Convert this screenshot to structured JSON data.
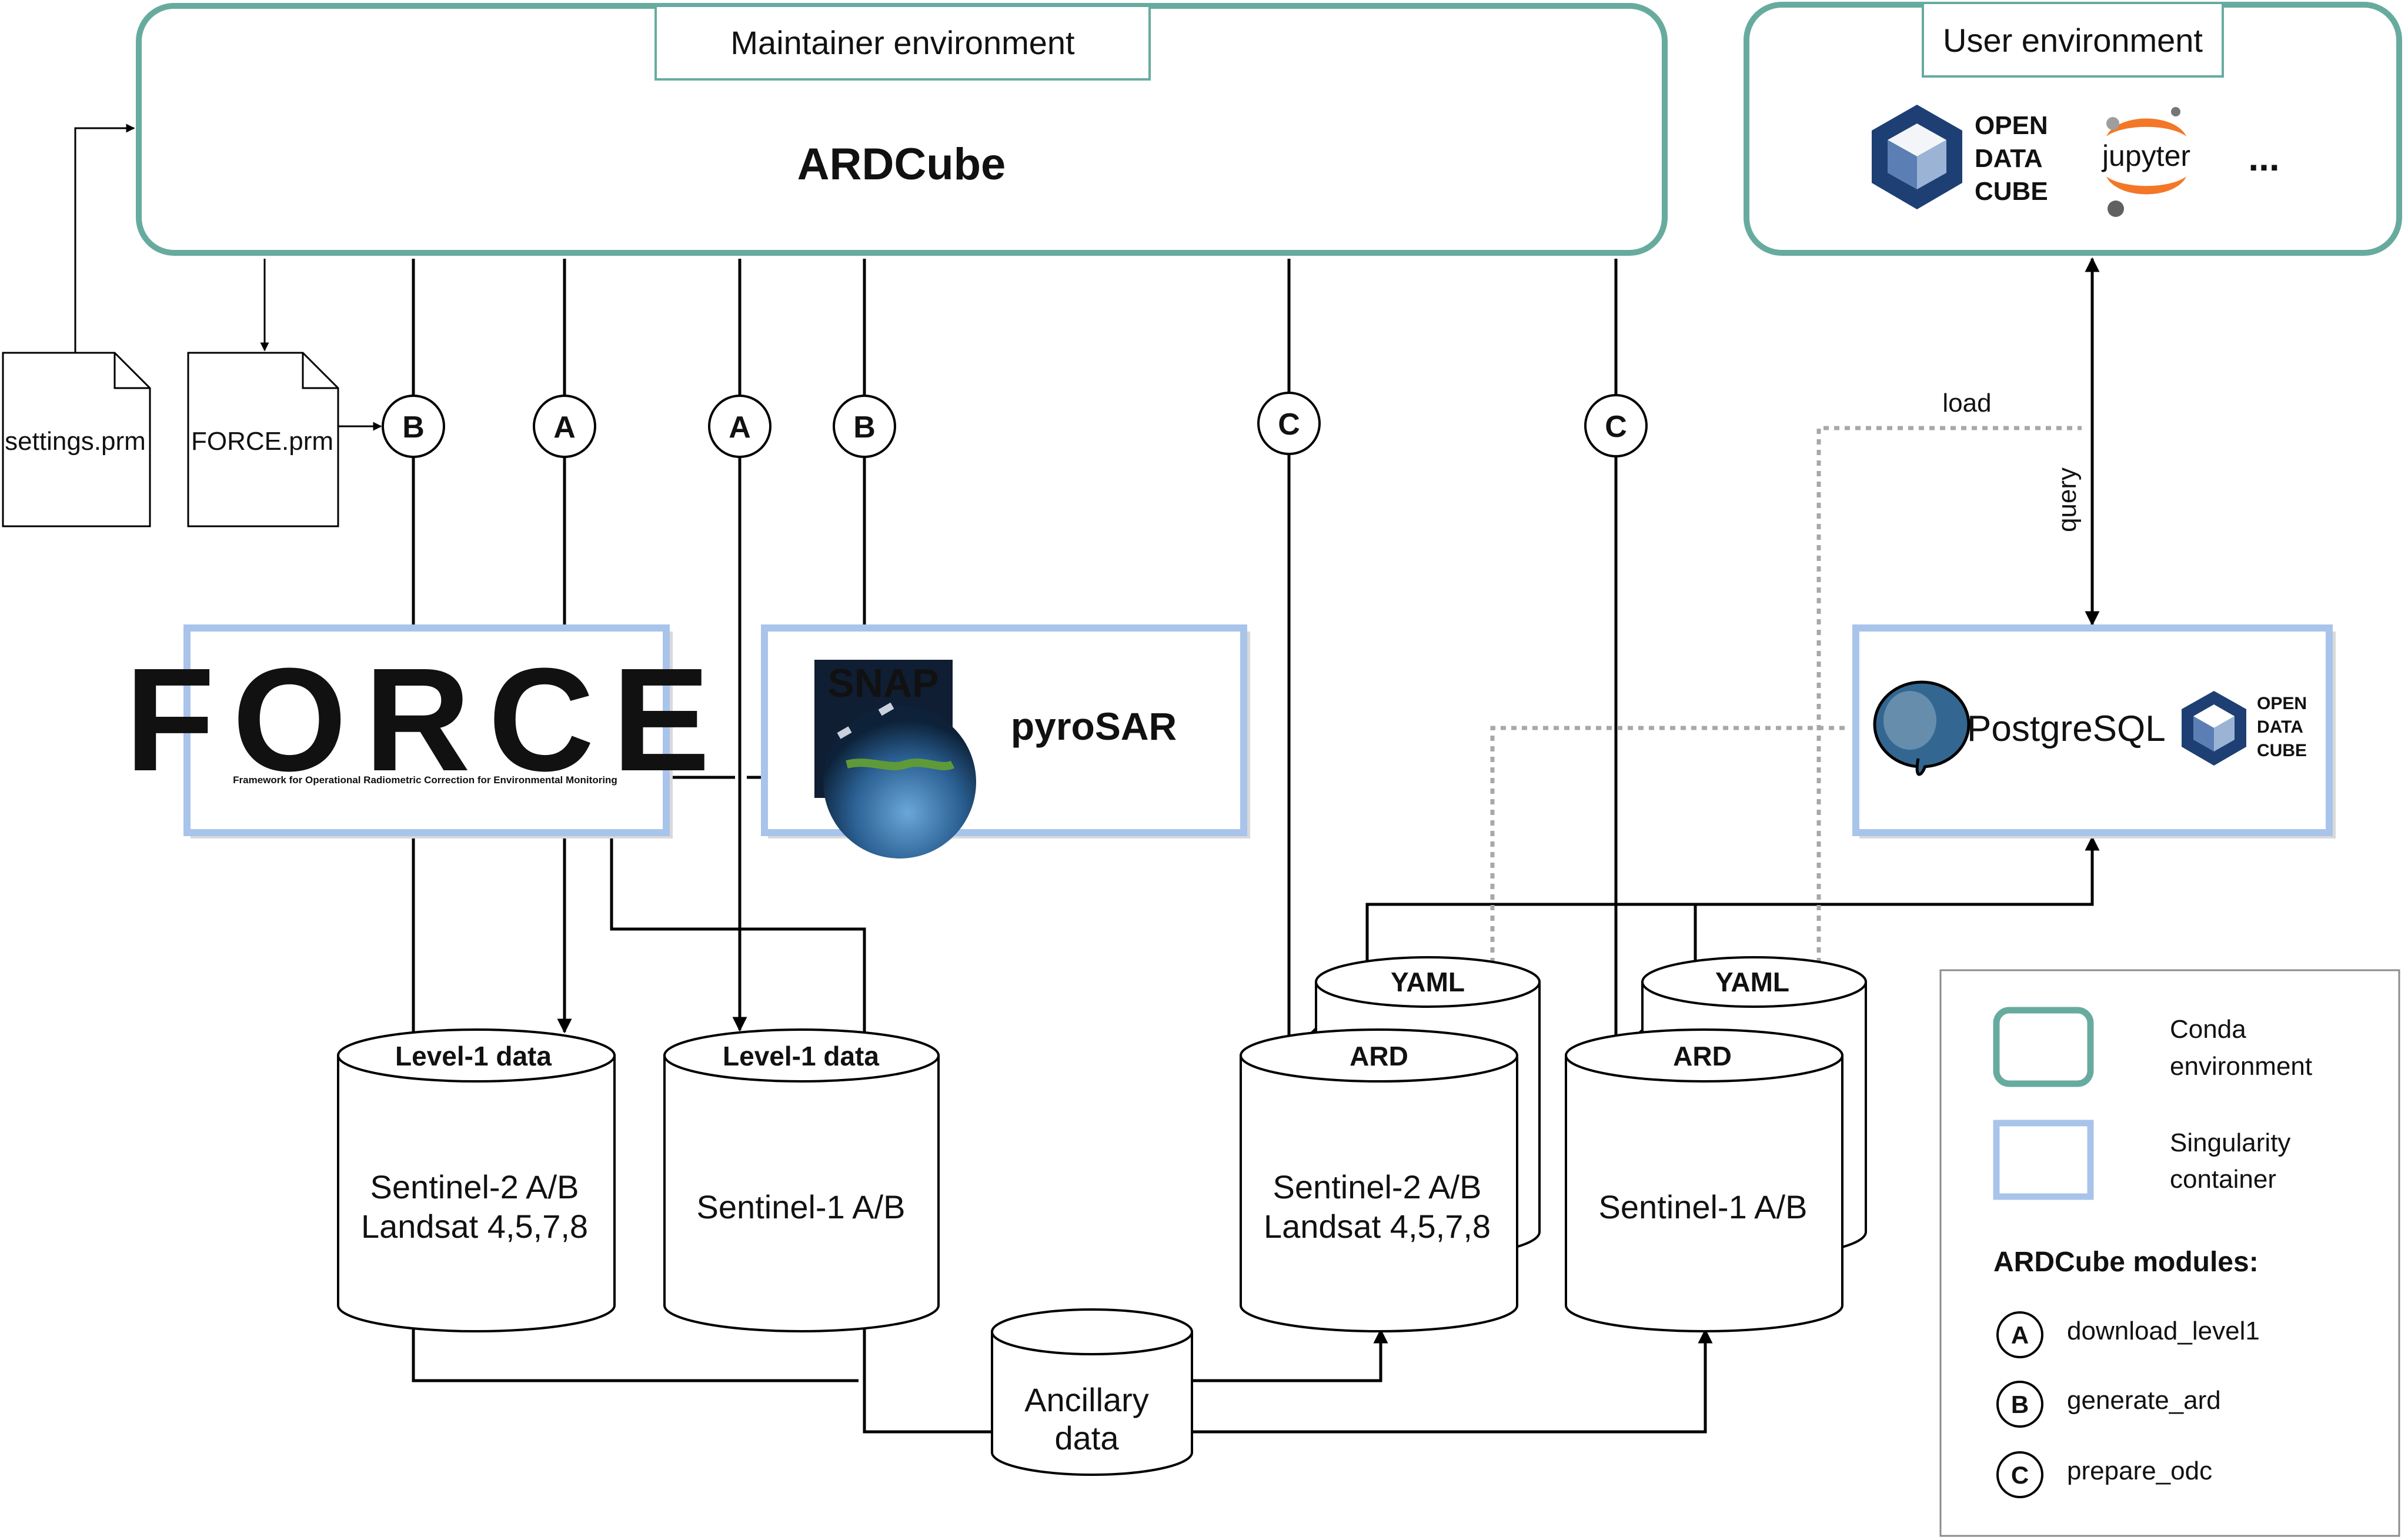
{
  "maintainer": {
    "title": "Maintainer environment",
    "app": "ARDCube"
  },
  "user_env": {
    "title": "User environment",
    "odc_logo": "OPEN DATA CUBE",
    "jupyter_logo": "jupyter",
    "more": "..."
  },
  "files": {
    "settings": "settings.prm",
    "force": "FORCE.prm"
  },
  "modules": {
    "a": "A",
    "b": "B",
    "c": "C"
  },
  "force_box": {
    "logo_text": "FORCE",
    "tagline": "Framework for Operational Radiometric Correction for Environmental Monitoring"
  },
  "pyrosar_box": {
    "snap_logo": "SNAP",
    "label": "pyroSAR"
  },
  "db_box": {
    "postgres": "PostgreSQL",
    "odc_logo": "OPEN DATA CUBE"
  },
  "arrows": {
    "load": "load",
    "query": "query"
  },
  "cylinders": {
    "l1_s2": {
      "header": "Level-1 data",
      "line1": "Sentinel-2 A/B",
      "line2": "Landsat 4,5,7,8"
    },
    "l1_s1": {
      "header": "Level-1 data",
      "line1": "Sentinel-1 A/B"
    },
    "ard_s2": {
      "header": "ARD",
      "yaml": "YAML",
      "line1": "Sentinel-2 A/B",
      "line2": "Landsat 4,5,7,8"
    },
    "ard_s1": {
      "header": "ARD",
      "yaml": "YAML",
      "line1": "Sentinel-1 A/B"
    },
    "ancillary": {
      "line1": "Ancillary",
      "line2": "data"
    }
  },
  "legend": {
    "conda": [
      "Conda",
      "environment"
    ],
    "singularity": [
      "Singularity",
      "container"
    ],
    "modules_title": "ARDCube modules:",
    "module_items": [
      {
        "key": "A",
        "label": "download_level1"
      },
      {
        "key": "B",
        "label": "generate_ard"
      },
      {
        "key": "C",
        "label": "prepare_odc"
      }
    ]
  },
  "colors": {
    "conda": "#67ab9f",
    "singularity": "#a9c4eb",
    "odc_blue": "#1e3f73",
    "jupyter_orange": "#f37726"
  }
}
